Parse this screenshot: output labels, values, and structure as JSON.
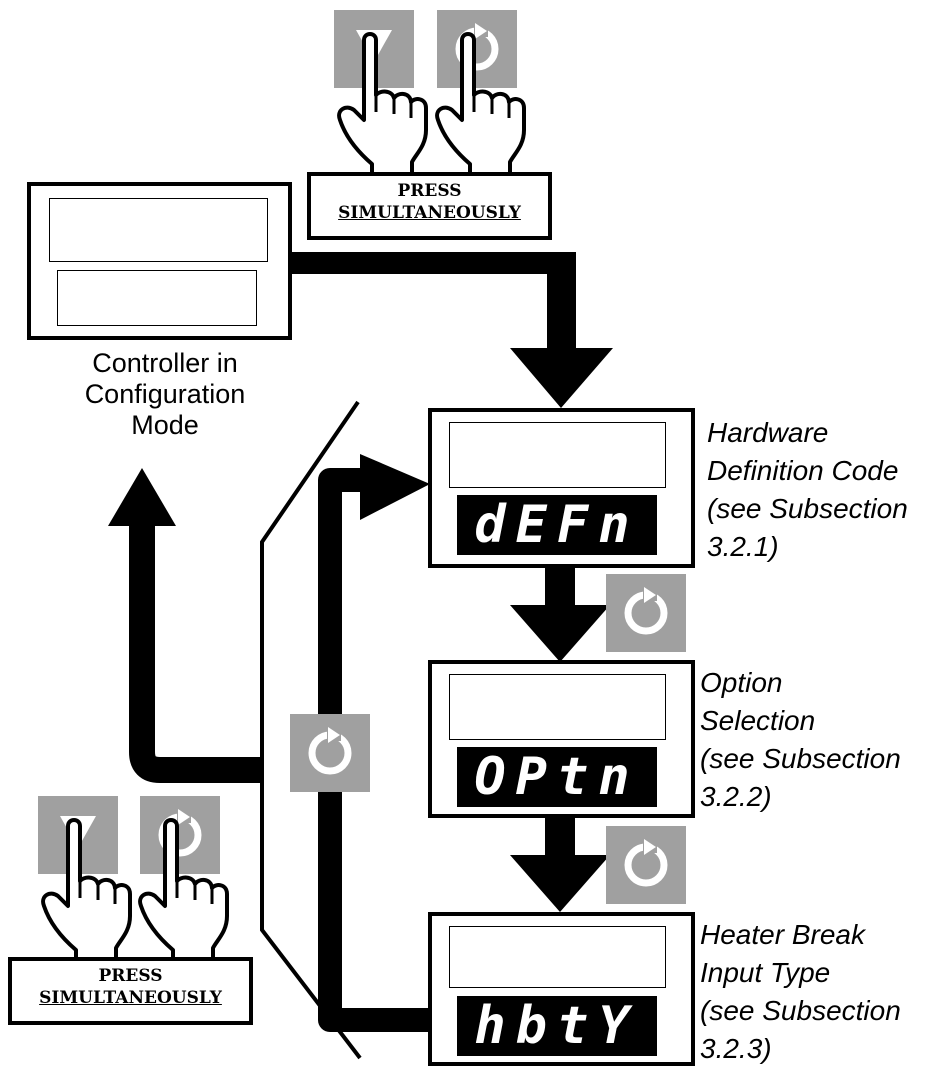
{
  "controller_caption": [
    "Controller in",
    "Configuration",
    "Mode"
  ],
  "press_label_line1": "PRESS",
  "press_label_line2": "SIMULTANEOUSLY",
  "steps": [
    {
      "code": "dEFn",
      "note": [
        "Hardware",
        "Definition Code",
        "(see Subsection",
        "3.2.1)"
      ]
    },
    {
      "code": "OPtn",
      "note": [
        "Option",
        "Selection",
        "(see Subsection",
        "3.2.2)"
      ]
    },
    {
      "code": "hbtY",
      "note": [
        "Heater Break",
        "Input Type",
        "(see Subsection",
        "3.2.3)"
      ]
    }
  ],
  "icons": [
    "down-arrow-key-icon",
    "cycle-key-icon",
    "pointing-hand-icon"
  ],
  "colors": {
    "key_gray": "#a0a0a0",
    "line": "#000000",
    "lcd_bg": "#000000",
    "lcd_text": "#ffffff"
  }
}
